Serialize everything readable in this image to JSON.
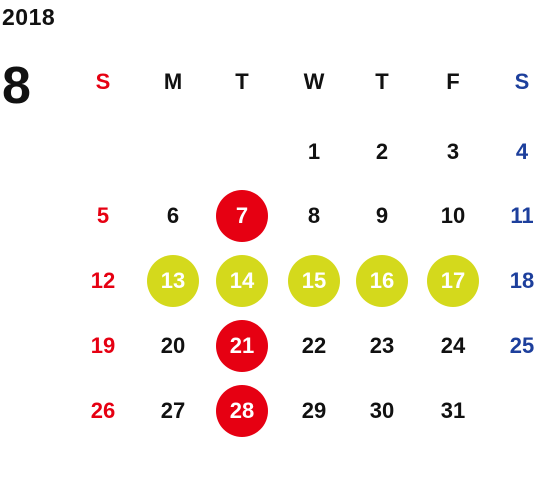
{
  "calendar": {
    "year": "2018",
    "month": "8",
    "weekdays": [
      "S",
      "M",
      "T",
      "W",
      "T",
      "F",
      "S"
    ],
    "weeks": [
      [
        "",
        "",
        "",
        "1",
        "2",
        "3",
        "4"
      ],
      [
        "5",
        "6",
        "7",
        "8",
        "9",
        "10",
        "11"
      ],
      [
        "12",
        "13",
        "14",
        "15",
        "16",
        "17",
        "18"
      ],
      [
        "19",
        "20",
        "21",
        "22",
        "23",
        "24",
        "25"
      ],
      [
        "26",
        "27",
        "28",
        "29",
        "30",
        "31",
        ""
      ]
    ],
    "highlighted_red": [
      "7",
      "21",
      "28"
    ],
    "highlighted_yellow": [
      "13",
      "14",
      "15",
      "16",
      "17"
    ],
    "colors": {
      "sunday": "#e60012",
      "saturday": "#1d3f9c",
      "weekday": "#111111",
      "red_circle": "#e60012",
      "yellow_circle": "#d4d91c"
    }
  }
}
